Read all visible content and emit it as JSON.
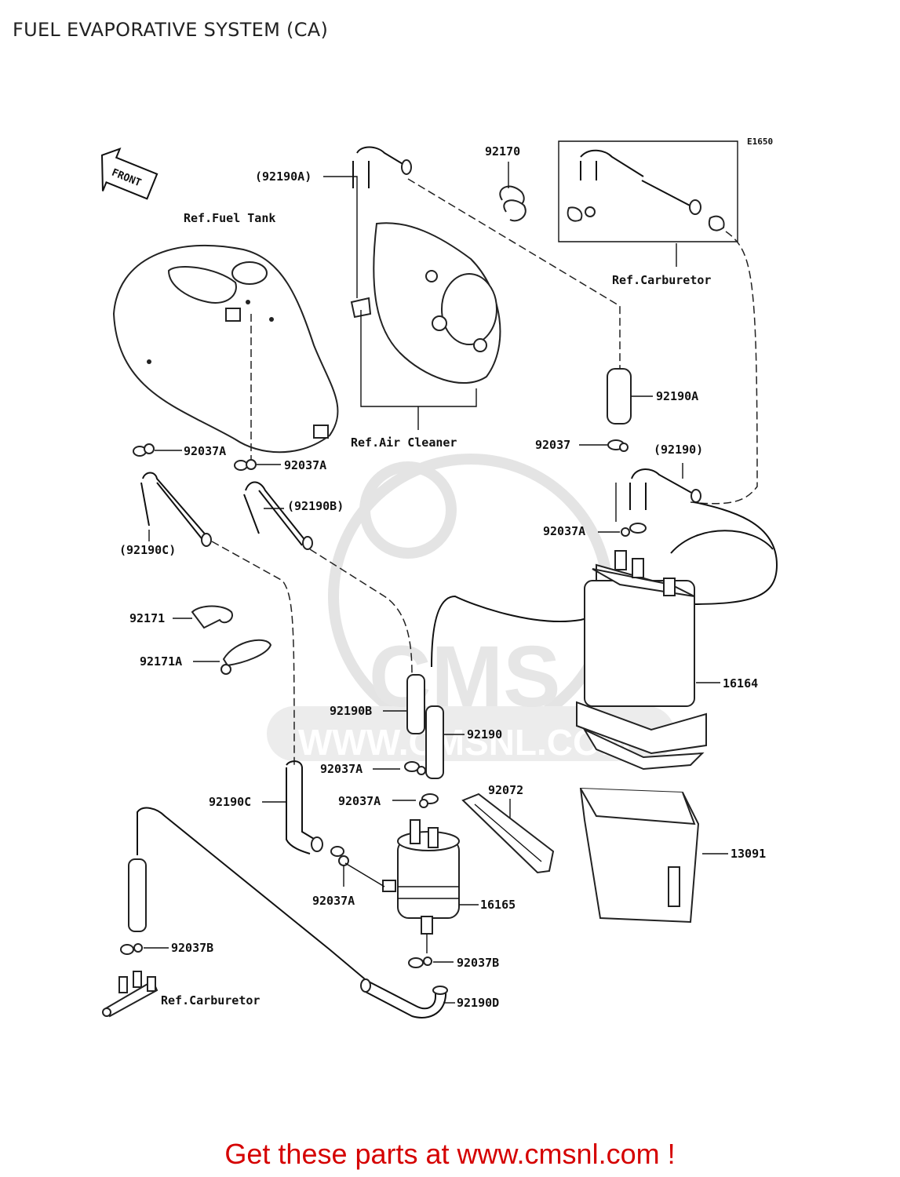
{
  "page": {
    "title": "FUEL EVAPORATIVE SYSTEM (CA)",
    "footer": "Get these parts at www.cmsnl.com !"
  },
  "diagram": {
    "code": "E1650",
    "front_marker": "FRONT",
    "watermark": {
      "brand": "CMS",
      "url": "WWW.CMSNL.COM"
    },
    "refs": {
      "fuel_tank": "Ref.Fuel Tank",
      "carburetor_top": "Ref.Carburetor",
      "air_cleaner": "Ref.Air Cleaner",
      "carburetor_bottom": "Ref.Carburetor"
    },
    "labels": {
      "p92190A_top": "(92190A)",
      "p92170": "92170",
      "p92190A_right": "92190A",
      "p92037_right": "92037",
      "p92190_paren": "(92190)",
      "p92037A_left": "92037A",
      "p92037A_mid": "92037A",
      "p92190B_paren": "(92190B)",
      "p92190C_paren": "(92190C)",
      "p92037A_canister": "92037A",
      "p92171": "92171",
      "p92171A": "92171A",
      "p16164": "16164",
      "p92190B": "92190B",
      "p92190": "92190",
      "p92037A_c": "92037A",
      "p92072": "92072",
      "p92190C": "92190C",
      "p92037A_d": "92037A",
      "p13091": "13091",
      "p92037A_e": "92037A",
      "p16165": "16165",
      "p92037B_left": "92037B",
      "p92037B_right": "92037B",
      "p92190D": "92190D"
    }
  }
}
